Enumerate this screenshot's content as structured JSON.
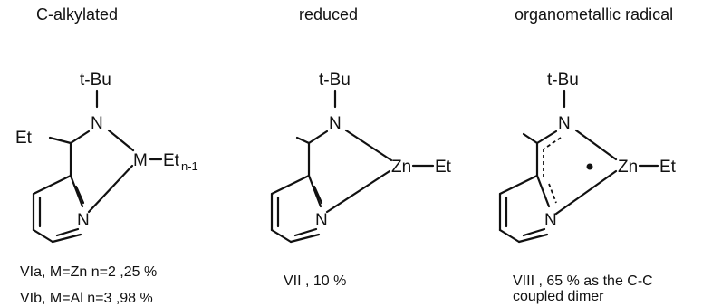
{
  "headers": {
    "c_alkylated": "C-alkylated",
    "reduced": "reduced",
    "radical": "organometallic radical"
  },
  "compound_a": {
    "tbu": "t-Bu",
    "et": "Et",
    "n_amine": "N",
    "metal": "M",
    "metal_ligand": "Et",
    "subscript": "n-1",
    "n_pyridine": "N",
    "caption_line1": "VIa, M=Zn  n=2 ,25 %",
    "caption_line2": "VIb, M=Al  n=3 ,98 %"
  },
  "compound_b": {
    "tbu": "t-Bu",
    "n_amine": "N",
    "metal": "Zn",
    "metal_ligand": "Et",
    "n_pyridine": "N",
    "caption": "VII , 10 %"
  },
  "compound_c": {
    "tbu": "t-Bu",
    "n_amine": "N",
    "metal": "Zn",
    "metal_ligand": "Et",
    "n_pyridine": "N",
    "caption_line1": "VIII , 65 %  as the C-C",
    "caption_line2": "coupled  dimer"
  },
  "colors": {
    "ink": "#111111",
    "background": "#ffffff"
  }
}
